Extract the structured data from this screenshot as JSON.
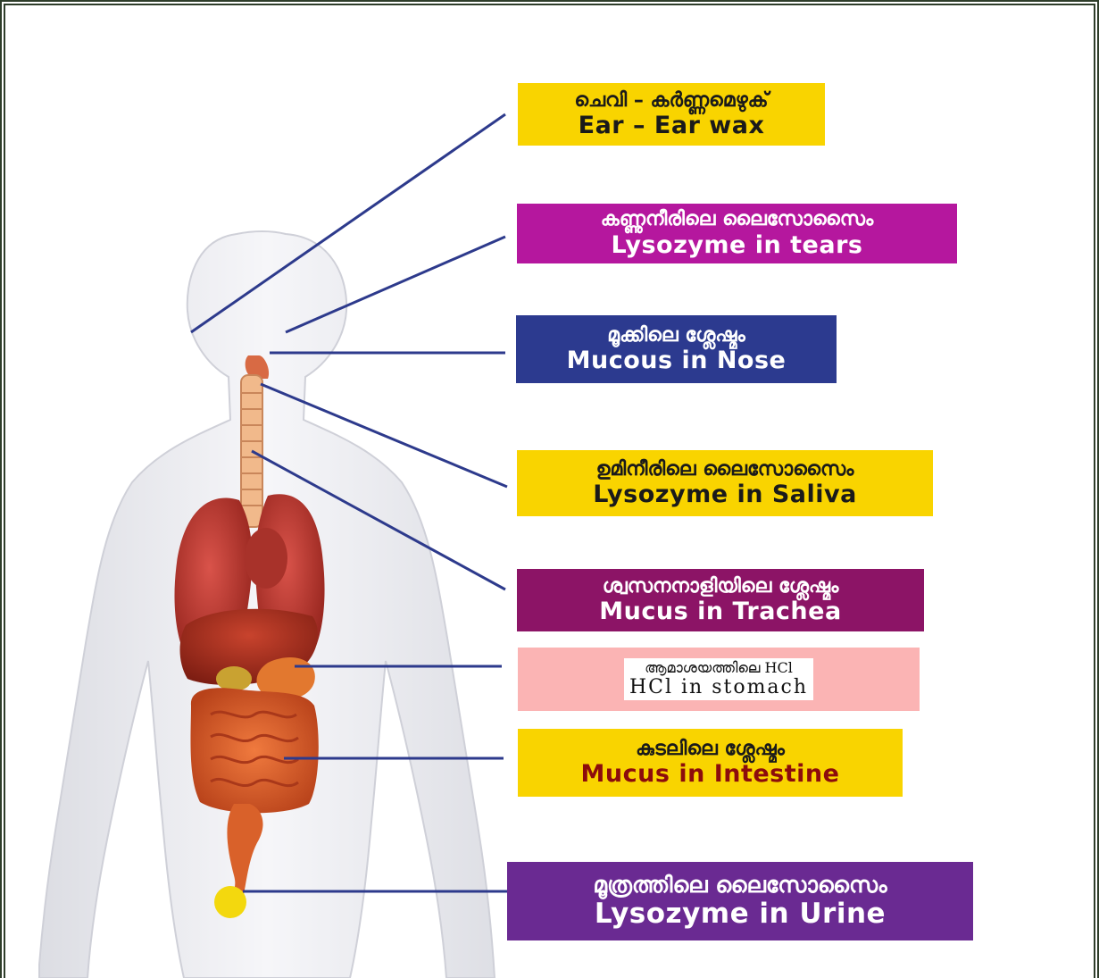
{
  "colors": {
    "yellow": "#f9d400",
    "magenta": "#b5179e",
    "navy": "#2c3a8f",
    "plum": "#8c1466",
    "pink": "#fbb4b4",
    "violet": "#6a2a92",
    "leader": "#2d3a8c",
    "dark_text": "#1a1a1a",
    "maroon_text": "#8c0c0c"
  },
  "labels": [
    {
      "id": "ear",
      "ml": "ചെവി – കർണ്ണമെഴുക്",
      "en": "Ear – Ear wax"
    },
    {
      "id": "tears",
      "ml": "കണ്ണുനീരിലെ ലൈസോസൈം",
      "en": "Lysozyme in tears"
    },
    {
      "id": "nose",
      "ml": "മൂക്കിലെ ശ്ലേഷ്മം",
      "en": "Mucous in Nose"
    },
    {
      "id": "saliva",
      "ml": "ഉമിനീരിലെ ലൈസോസൈം",
      "en": "Lysozyme in Saliva"
    },
    {
      "id": "trachea",
      "ml": "ശ്വസനനാളിയിലെ ശ്ലേഷ്മം",
      "en": "Mucus in Trachea"
    },
    {
      "id": "stomach",
      "ml": "ആമാശയത്തിലെ HCl",
      "en": "HCl in stomach"
    },
    {
      "id": "intestine",
      "ml": "കുടലിലെ ശ്ലേഷ്മം",
      "en": "Mucus in Intestine"
    },
    {
      "id": "urine",
      "ml": "മൂത്രത്തിലെ ലൈസോസൈം",
      "en": "Lysozyme in Urine"
    }
  ]
}
